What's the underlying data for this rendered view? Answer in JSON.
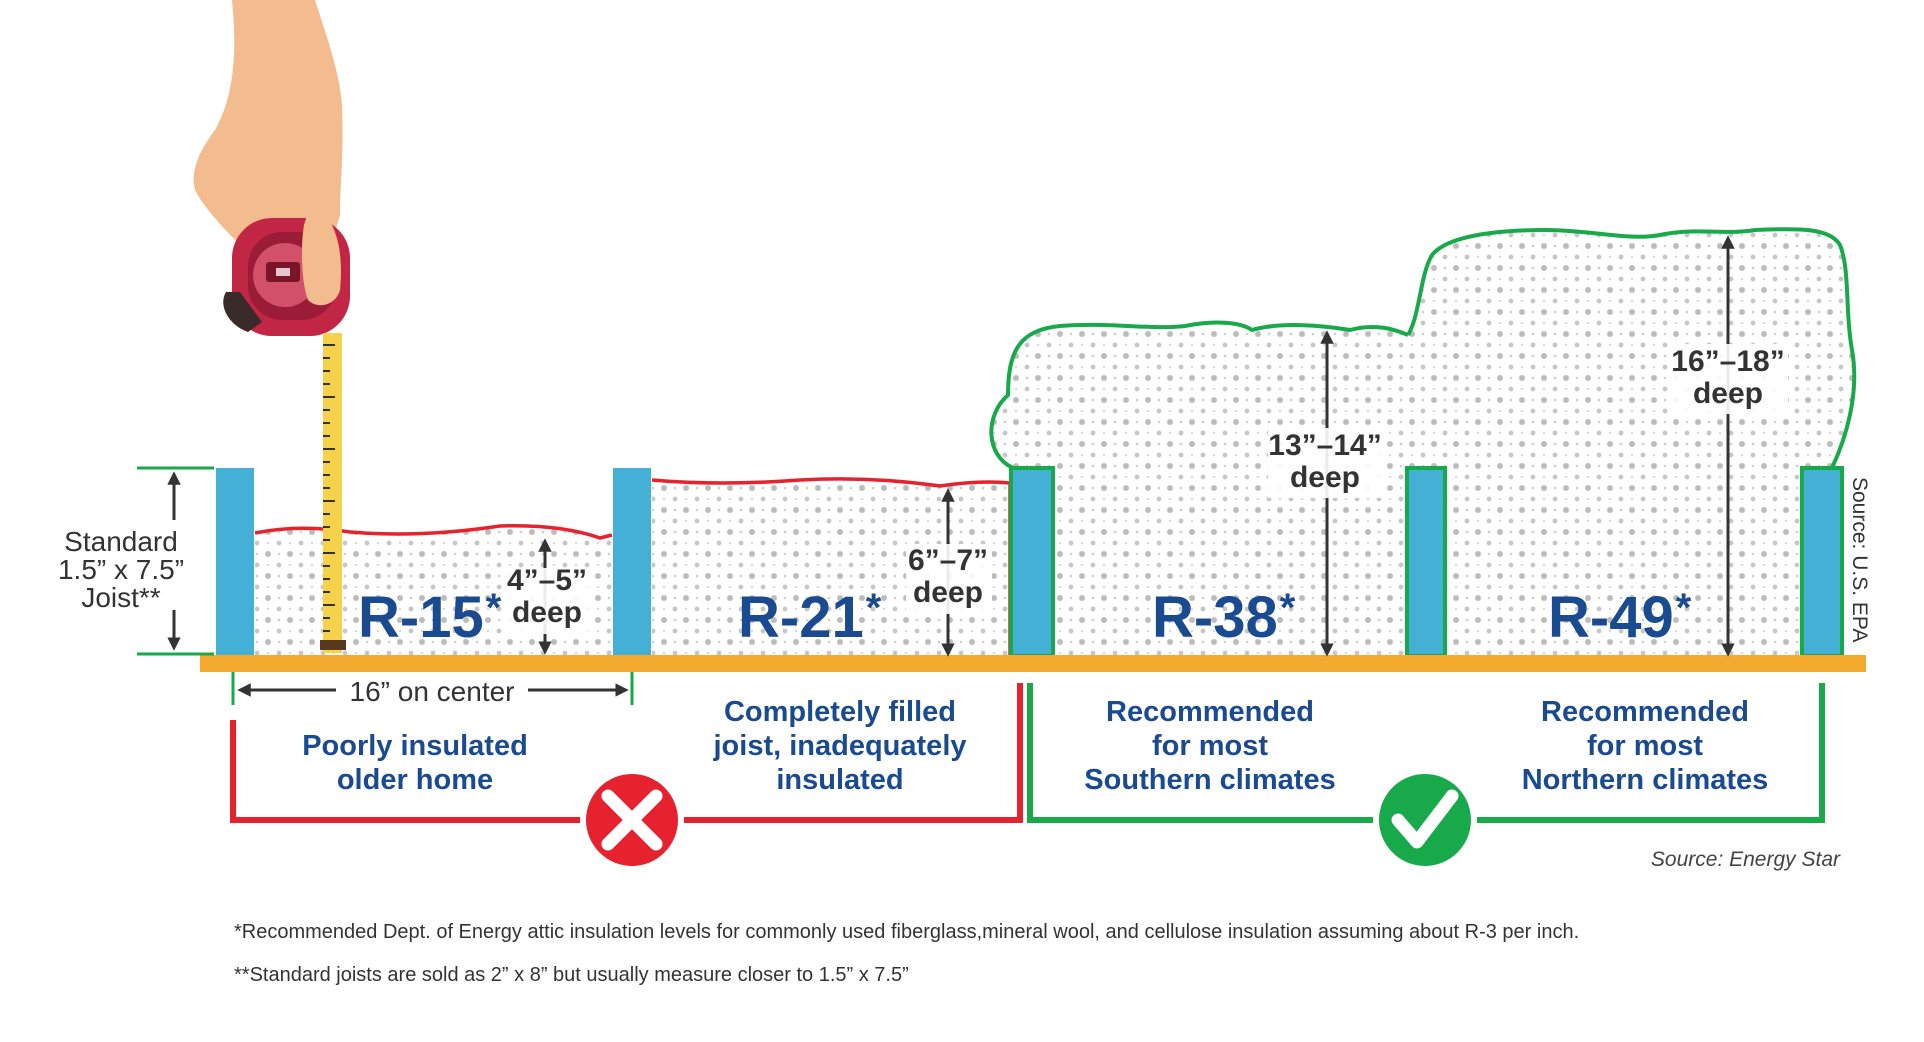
{
  "colors": {
    "joist": "#45b0d5",
    "floor": "#f3aa2f",
    "bad": "#e5222d",
    "good": "#18a94a",
    "label_blue": "#1a4a8f",
    "text_gray": "#333333",
    "dots": "#b9b9b9",
    "hand": "#f2bc8e",
    "tape_body": "#c12745",
    "tape_strip": "#f5d24a"
  },
  "joist": {
    "label_lines": [
      "Standard",
      "1.5” x 7.5”",
      "Joist**"
    ]
  },
  "spacing_label": "16” on center",
  "levels": [
    {
      "r_value": "R-15",
      "star": "*",
      "depth_lines": [
        "4”–5”",
        "deep"
      ],
      "outline": "bad"
    },
    {
      "r_value": "R-21",
      "star": "*",
      "depth_lines": [
        "6”–7”",
        "deep"
      ],
      "outline": "bad"
    },
    {
      "r_value": "R-38",
      "star": "*",
      "depth_lines": [
        "13”–14”",
        "deep"
      ],
      "outline": "good"
    },
    {
      "r_value": "R-49",
      "star": "*",
      "depth_lines": [
        "16”–18”",
        "deep"
      ],
      "outline": "good"
    }
  ],
  "captions": [
    {
      "lines": [
        "Poorly insulated",
        "older home"
      ]
    },
    {
      "lines": [
        "Completely filled",
        "joist, inadequately",
        "insulated"
      ]
    },
    {
      "lines": [
        "Recommended",
        "for most",
        "Southern climates"
      ]
    },
    {
      "lines": [
        "Recommended",
        "for most",
        "Northern climates"
      ]
    }
  ],
  "marks": {
    "bad_icon": "x-mark-icon",
    "good_icon": "check-mark-icon"
  },
  "sources": {
    "vertical": "Source: U.S. EPA",
    "bottom": "Source: Energy Star"
  },
  "footnotes": [
    "*Recommended Dept. of Energy attic insulation levels for commonly used fiberglass,mineral wool, and cellulose insulation assuming about R-3 per inch.",
    "**Standard joists are sold as 2” x 8” but usually measure closer to 1.5” x 7.5”"
  ]
}
